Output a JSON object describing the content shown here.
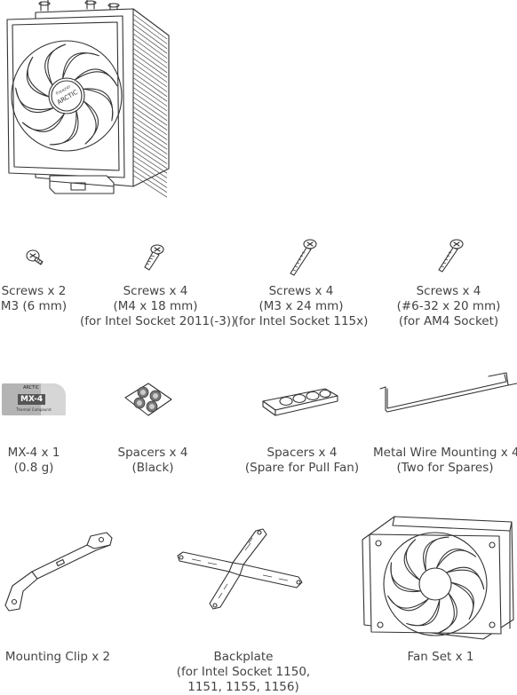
{
  "cooler": {
    "fan_hub_text": "ARCTIC",
    "fan_hub_subtext": "Freezer"
  },
  "items": [
    {
      "id": "screws-m3-6",
      "lines": [
        "Screws x 2",
        "M3 (6 mm)"
      ]
    },
    {
      "id": "screws-m4-18",
      "lines": [
        "Screws  x 4",
        "(M4 x 18 mm)",
        "(for Intel Socket 2011(-3))"
      ]
    },
    {
      "id": "screws-m3-24",
      "lines": [
        "Screws  x 4",
        "(M3 x 24 mm)",
        "(for Intel Socket 115x)"
      ]
    },
    {
      "id": "screws-6-32",
      "lines": [
        "Screws  x 4",
        "(#6-32 x 20 mm)",
        "(for AM4 Socket)"
      ]
    },
    {
      "id": "mx4",
      "lines": [
        "MX-4 x 1",
        "(0.8 g)"
      ]
    },
    {
      "id": "spacers-black",
      "lines": [
        "Spacers x 4",
        "(Black)"
      ]
    },
    {
      "id": "spacers-pull",
      "lines": [
        "Spacers x 4",
        "(Spare for Pull Fan)"
      ]
    },
    {
      "id": "metal-wire",
      "lines": [
        "Metal Wire Mounting x 4",
        "(Two for Spares)"
      ]
    },
    {
      "id": "mounting-clip",
      "lines": [
        "Mounting Clip x 2"
      ]
    },
    {
      "id": "backplate",
      "lines": [
        "Backplate",
        "(for Intel Socket 1150,",
        "1151, 1155, 1156)"
      ]
    },
    {
      "id": "fan-set",
      "lines": [
        "Fan Set x 1"
      ]
    }
  ],
  "mx4_pack": {
    "brand": "ARCTIC",
    "product": "MX-4",
    "tagline": "Thermal Compound"
  }
}
